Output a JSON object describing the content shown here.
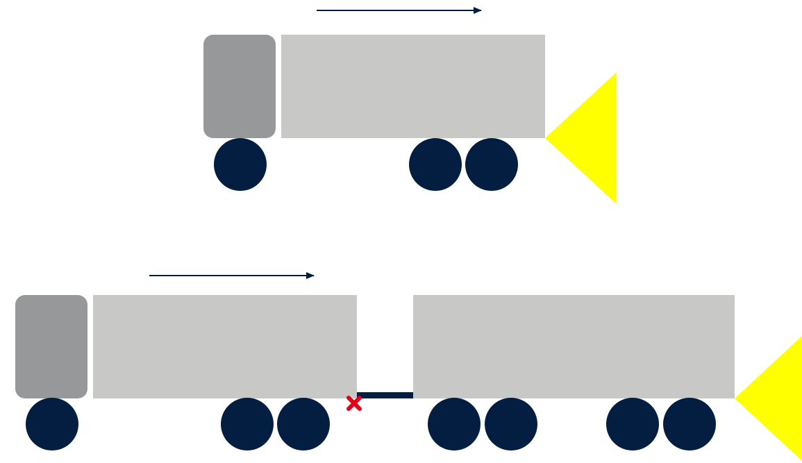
{
  "colors": {
    "cab": "#97989a",
    "body": "#c8c8c6",
    "wheel": "#041e42",
    "arrow": "#041e42",
    "coupling": "#041e42",
    "marker": "#e2001a",
    "light": "#ffff00",
    "background": "#ffffff"
  },
  "icons": {
    "marker": "x-mark-icon",
    "light": "headlight-beam-icon",
    "direction": "arrow-right-icon"
  },
  "scene": {
    "vehicles": [
      {
        "type": "rigid-truck",
        "trailer": false,
        "direction": "right"
      },
      {
        "type": "truck-with-trailer",
        "trailer": true,
        "direction": "right",
        "coupling_marked": true
      }
    ]
  }
}
